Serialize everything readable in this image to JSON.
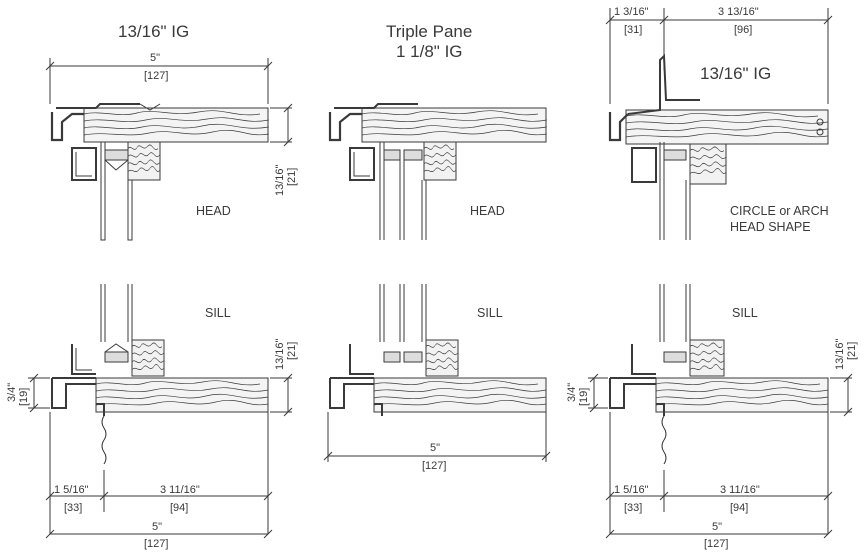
{
  "columns": [
    {
      "title_lines": [
        "13/16\"  IG"
      ],
      "head_label": "HEAD",
      "sill_label": "SILL",
      "head_width": {
        "in": "5\"",
        "mm": "[127]"
      },
      "head_thickness": {
        "in": "13/16\"",
        "mm": "[21]"
      },
      "sill_thickness": {
        "in": "13/16\"",
        "mm": "[21]"
      },
      "sill_step": {
        "in": "3/4\"",
        "mm": "[19]"
      },
      "sill_left": {
        "in": "1 5/16\"",
        "mm": "[33]"
      },
      "sill_right": {
        "in": "3 11/16\"",
        "mm": "[94]"
      },
      "sill_total": {
        "in": "5\"",
        "mm": "[127]"
      }
    },
    {
      "title_lines": [
        "Triple Pane",
        "1 1/8\" IG"
      ],
      "head_label": "HEAD",
      "sill_label": "SILL",
      "sill_total": {
        "in": "5\"",
        "mm": "[127]"
      }
    },
    {
      "title_lines": [
        "13/16\"  IG"
      ],
      "head_label_lines": [
        "CIRCLE or ARCH",
        "HEAD SHAPE"
      ],
      "sill_label": "SILL",
      "head_left": {
        "in": "1 3/16\"",
        "mm": "[31]"
      },
      "head_right": {
        "in": "3 13/16\"",
        "mm": "[96]"
      },
      "sill_thickness": {
        "in": "13/16\"",
        "mm": "[21]"
      },
      "sill_step": {
        "in": "3/4\"",
        "mm": "[19]"
      },
      "sill_left": {
        "in": "1 5/16\"",
        "mm": "[33]"
      },
      "sill_right": {
        "in": "3 11/16\"",
        "mm": "[94]"
      },
      "sill_total": {
        "in": "5\"",
        "mm": "[127]"
      }
    }
  ],
  "colors": {
    "line": "#3a3a3a",
    "wood": "#e8e8e8",
    "metal": "#555555"
  }
}
